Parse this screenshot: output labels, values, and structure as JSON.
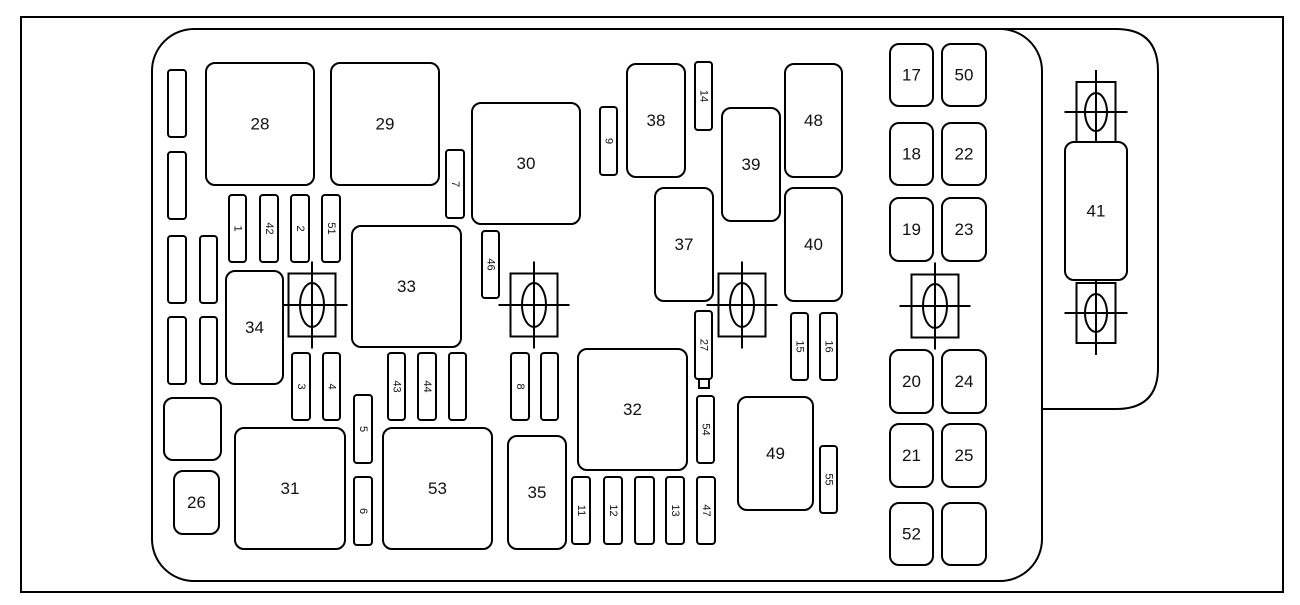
{
  "diagram": {
    "large_items": [
      "28",
      "29",
      "30",
      "38",
      "48",
      "39",
      "37",
      "40",
      "33",
      "34",
      "32",
      "49",
      "31",
      "53",
      "35",
      "26",
      "17",
      "50",
      "18",
      "22",
      "19",
      "23",
      "20",
      "24",
      "21",
      "25",
      "52",
      "41"
    ],
    "narrow_items": [
      "14",
      "9",
      "7",
      "1",
      "42",
      "2",
      "51",
      "46",
      "27",
      "15",
      "16",
      "3",
      "4",
      "43",
      "44",
      "8",
      "5",
      "6",
      "11",
      "12",
      "13",
      "47",
      "54",
      "55"
    ]
  }
}
